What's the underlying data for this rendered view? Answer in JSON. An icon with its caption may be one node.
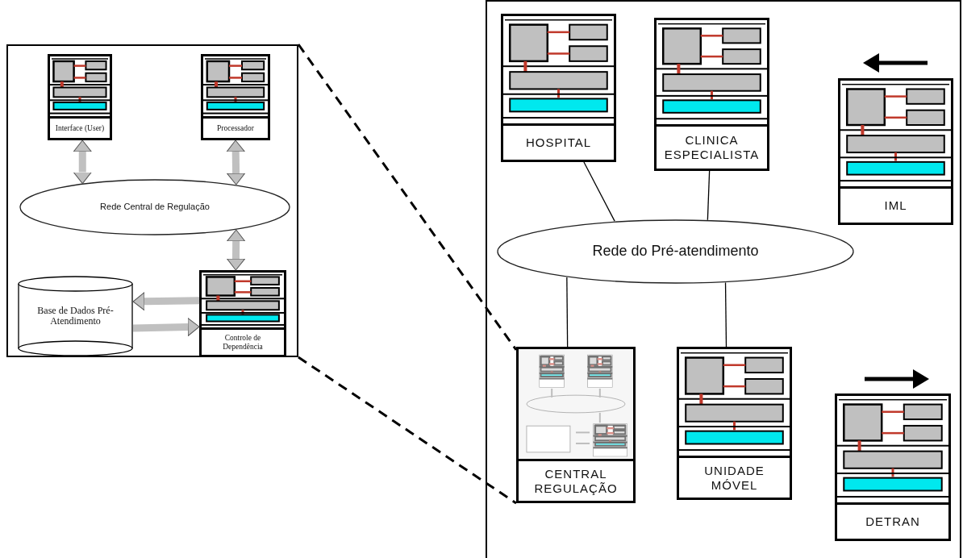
{
  "diagram": {
    "nodes": [
      {
        "text": [],
        "shape": "box"
      },
      {
        "text": [
          "Interface (User)"
        ],
        "in": 0
      },
      {
        "text": [
          "Processador"
        ],
        "in": 0
      },
      {
        "text": [
          "Rede Central de Regulação"
        ],
        "in": 0
      },
      {
        "text": [
          "Controle de Dependência"
        ],
        "in": 0
      },
      {
        "text": [
          "Base de Dados Pré-Atendimento"
        ],
        "in": 0
      },
      {
        "text": [],
        "shape": "box"
      },
      {
        "text": [
          "HOSPITAL"
        ],
        "in": 6
      },
      {
        "text": [
          "CLINICA ESPECIALISTA"
        ],
        "in": 6
      },
      {
        "text": [
          "IML"
        ],
        "in": 6
      },
      {
        "text": [
          "Rede do Pré-atendimento"
        ],
        "in": 6
      },
      {
        "text": [
          "CENTRAL REGULAÇÃO"
        ],
        "in": 6
      },
      {
        "text": [
          "UNIDADE MÓVEL"
        ],
        "in": 6
      },
      {
        "text": [
          "DETRAN"
        ],
        "in": 6
      }
    ],
    "edges": [
      {
        "from": 1,
        "to": 3,
        "arrow": "both",
        "style": "thick",
        "color": "#c0c0c0"
      },
      {
        "from": 2,
        "to": 3,
        "arrow": "both",
        "style": "thick",
        "color": "#c0c0c0"
      },
      {
        "from": 3,
        "to": 4,
        "arrow": "both",
        "style": "thick",
        "color": "#c0c0c0"
      },
      {
        "from": 4,
        "to": 5,
        "arrow": "to",
        "style": "thick",
        "color": "#c0c0c0"
      },
      {
        "from": 5,
        "to": 4,
        "arrow": "to",
        "style": "thick",
        "color": "#c0c0c0"
      },
      {
        "from": 7,
        "to": 10,
        "arrow": "none"
      },
      {
        "from": 8,
        "to": 10,
        "arrow": "none"
      },
      {
        "from": 10,
        "to": 11,
        "arrow": "none"
      },
      {
        "from": 10,
        "to": 12,
        "arrow": "none"
      },
      {
        "from": 0,
        "to": 11,
        "arrow": "none",
        "style": "dashed"
      },
      {
        "from": 0,
        "to": 11,
        "arrow": "none",
        "style": "dashed"
      }
    ]
  }
}
